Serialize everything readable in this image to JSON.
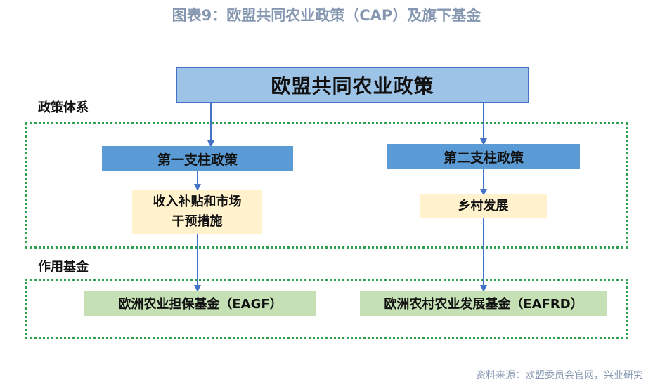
{
  "figure_title": "图表9：欧盟共同农业政策（CAP）及旗下基金",
  "main_policy": "欧盟共同农业政策",
  "sections": {
    "policy_system": "政策体系",
    "funds": "作用基金"
  },
  "pillars": {
    "first": "第一支柱政策",
    "second": "第二支柱政策"
  },
  "measures": {
    "first_line1": "收入补贴和市场",
    "first_line2": "干预措施",
    "second": "乡村发展"
  },
  "funds": {
    "eagf": "欧洲农业担保基金（EAGF）",
    "eafrd": "欧洲农村农业发展基金（EAFRD）"
  },
  "source": "资料来源：欧盟委员会官网，兴业研究",
  "colors": {
    "title": "#8496b0",
    "main_box": "#9dc3e6",
    "pillar_box": "#5b9bd5",
    "measure_box": "#fff2cc",
    "fund_box": "#c5e0b4",
    "dotted_border": "#2e9e4f",
    "arrow": "#4472c4"
  }
}
